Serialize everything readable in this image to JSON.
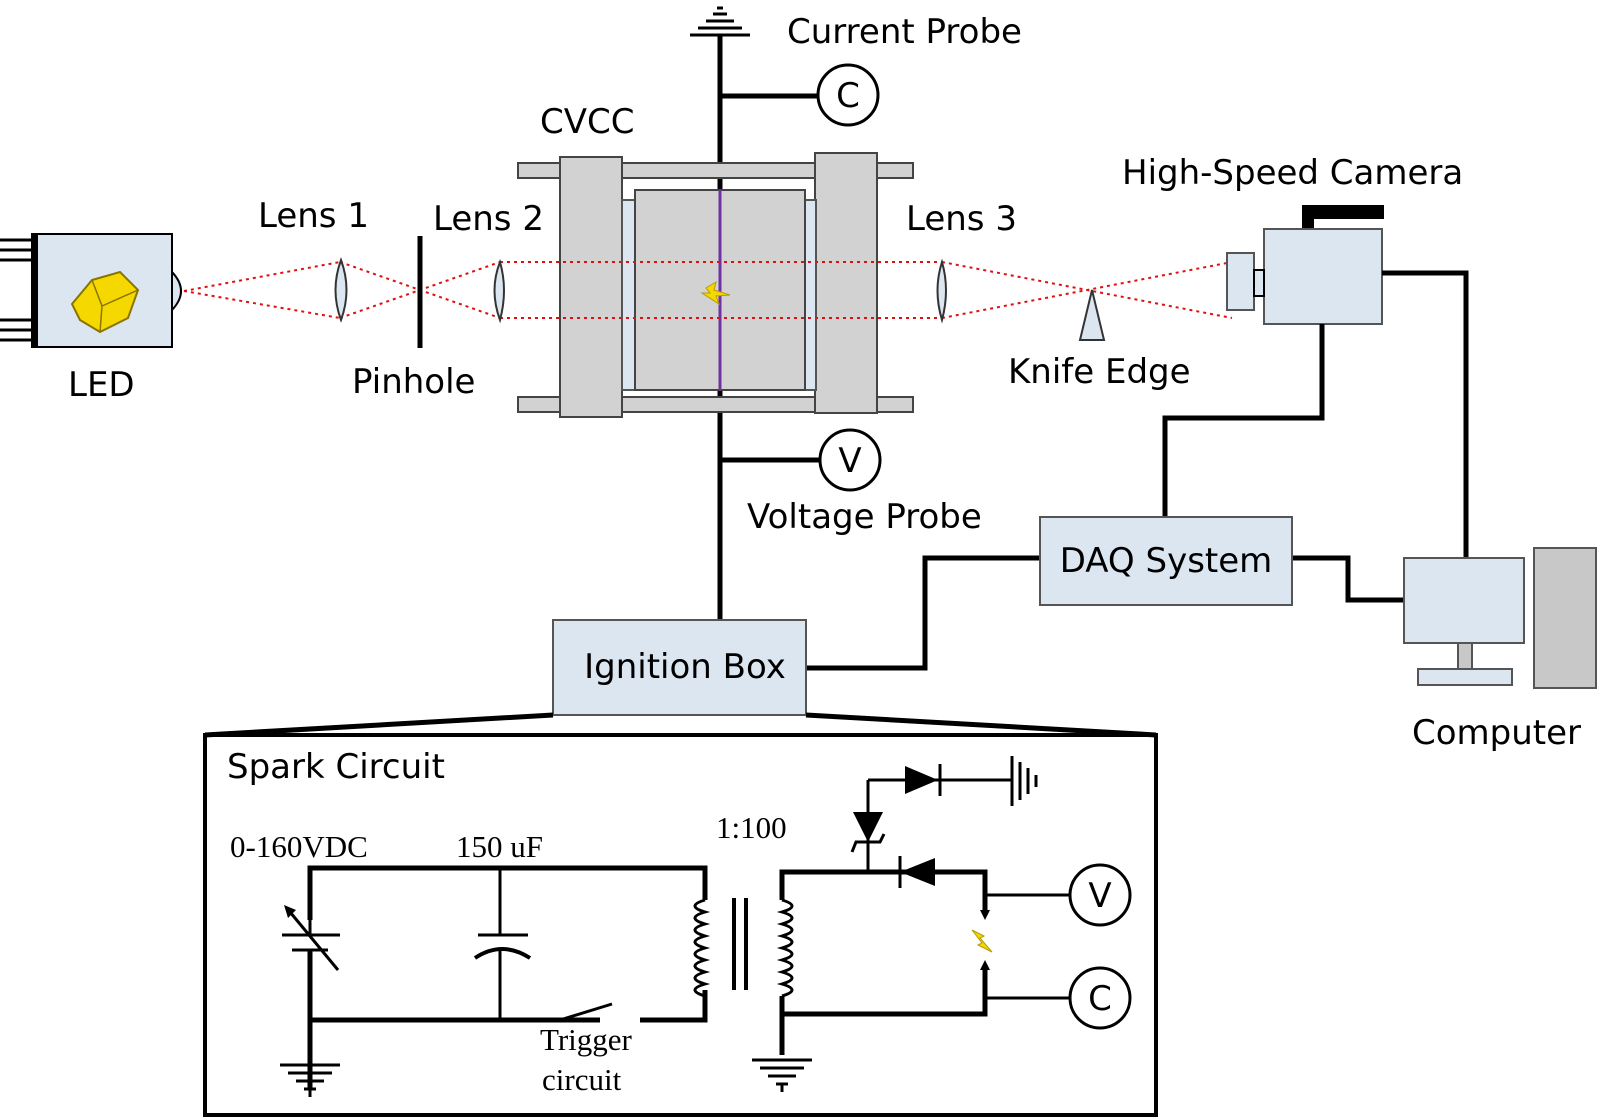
{
  "labels": {
    "current_probe": "Current Probe",
    "cvcc": "CVCC",
    "high_speed_camera": "High-Speed Camera",
    "lens1": "Lens 1",
    "lens2": "Lens 2",
    "lens3": "Lens 3",
    "led": "LED",
    "pinhole": "Pinhole",
    "knife_edge": "Knife Edge",
    "voltage_probe": "Voltage Probe",
    "daq_system": "DAQ System",
    "ignition_box": "Ignition Box",
    "computer": "Computer",
    "probe_c": "C",
    "probe_v": "V"
  },
  "circuit": {
    "title": "Spark Circuit",
    "voltage": "0-160VDC",
    "capacitor": "150 uF",
    "ratio": "1:100",
    "trigger_line1": "Trigger",
    "trigger_line2": "circuit",
    "probe_v": "V",
    "probe_c": "C"
  },
  "colors": {
    "ray": "#e01010",
    "box_fill": "#dce6f1",
    "chamber_gray": "#d2d2d2",
    "spark": "#f5d800",
    "led_crystal": "#f5d800",
    "electrode": "#7030a0"
  }
}
